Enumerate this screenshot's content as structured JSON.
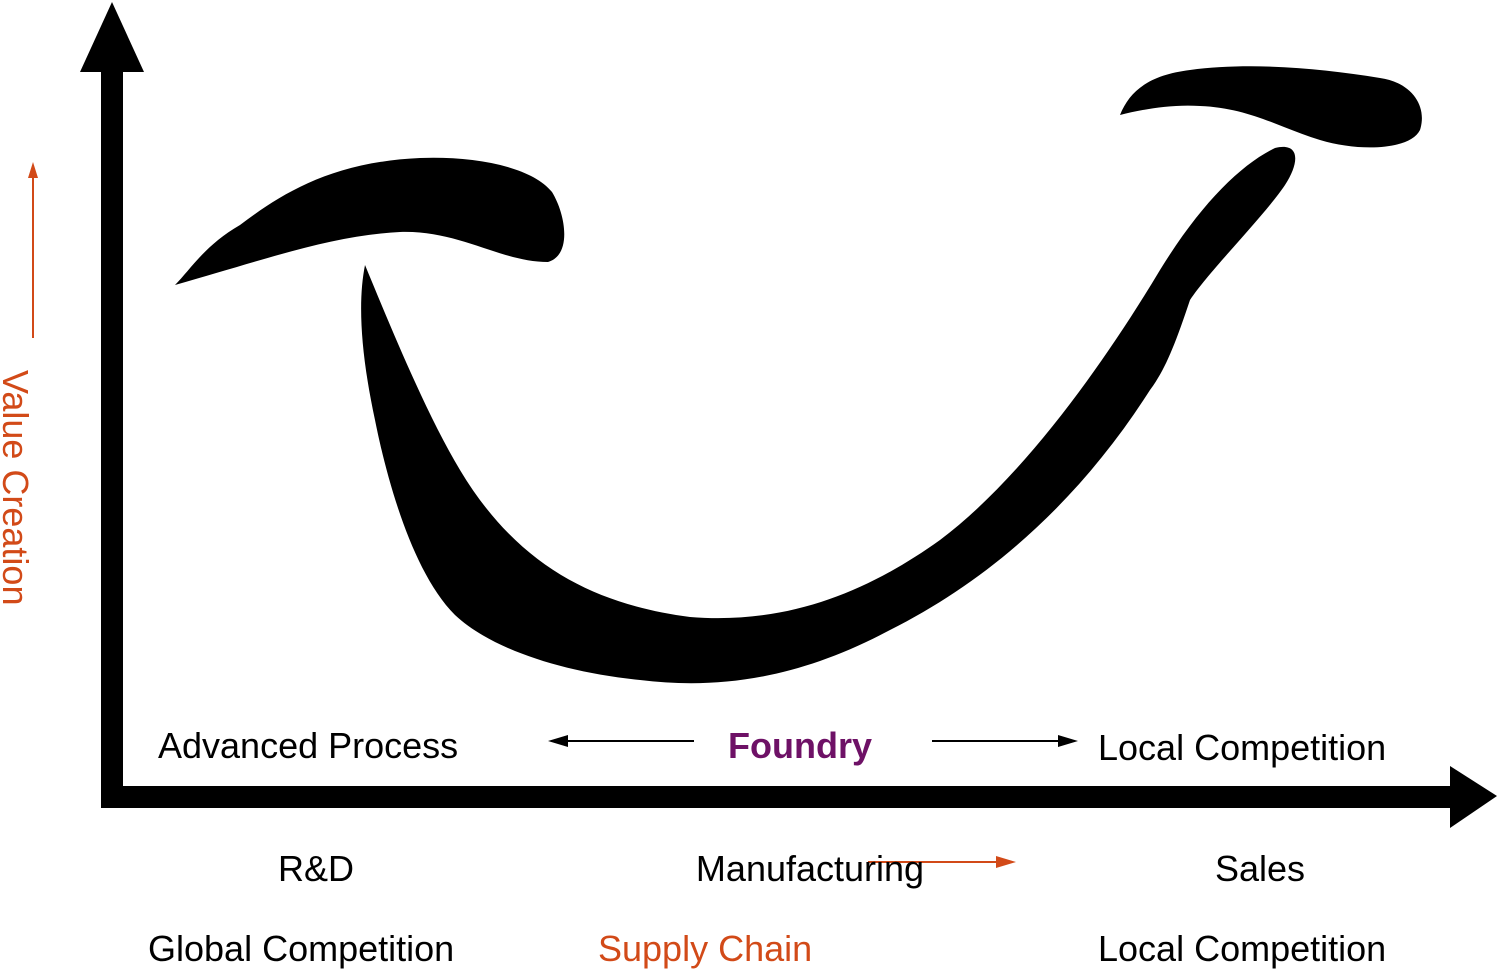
{
  "colors": {
    "orange": "#d24a18",
    "purple": "#6e1166",
    "ink": "#000000"
  },
  "axes": {
    "y_label": "Value Creation",
    "x_stages": [
      "R&D",
      "Manufacturing",
      "Sales"
    ],
    "x_competition": [
      "Global Competition",
      "Supply Chain",
      "Local Competition"
    ]
  },
  "curve_labels": {
    "left": "Advanced Process",
    "center": "Foundry",
    "right": "Local Competition"
  }
}
